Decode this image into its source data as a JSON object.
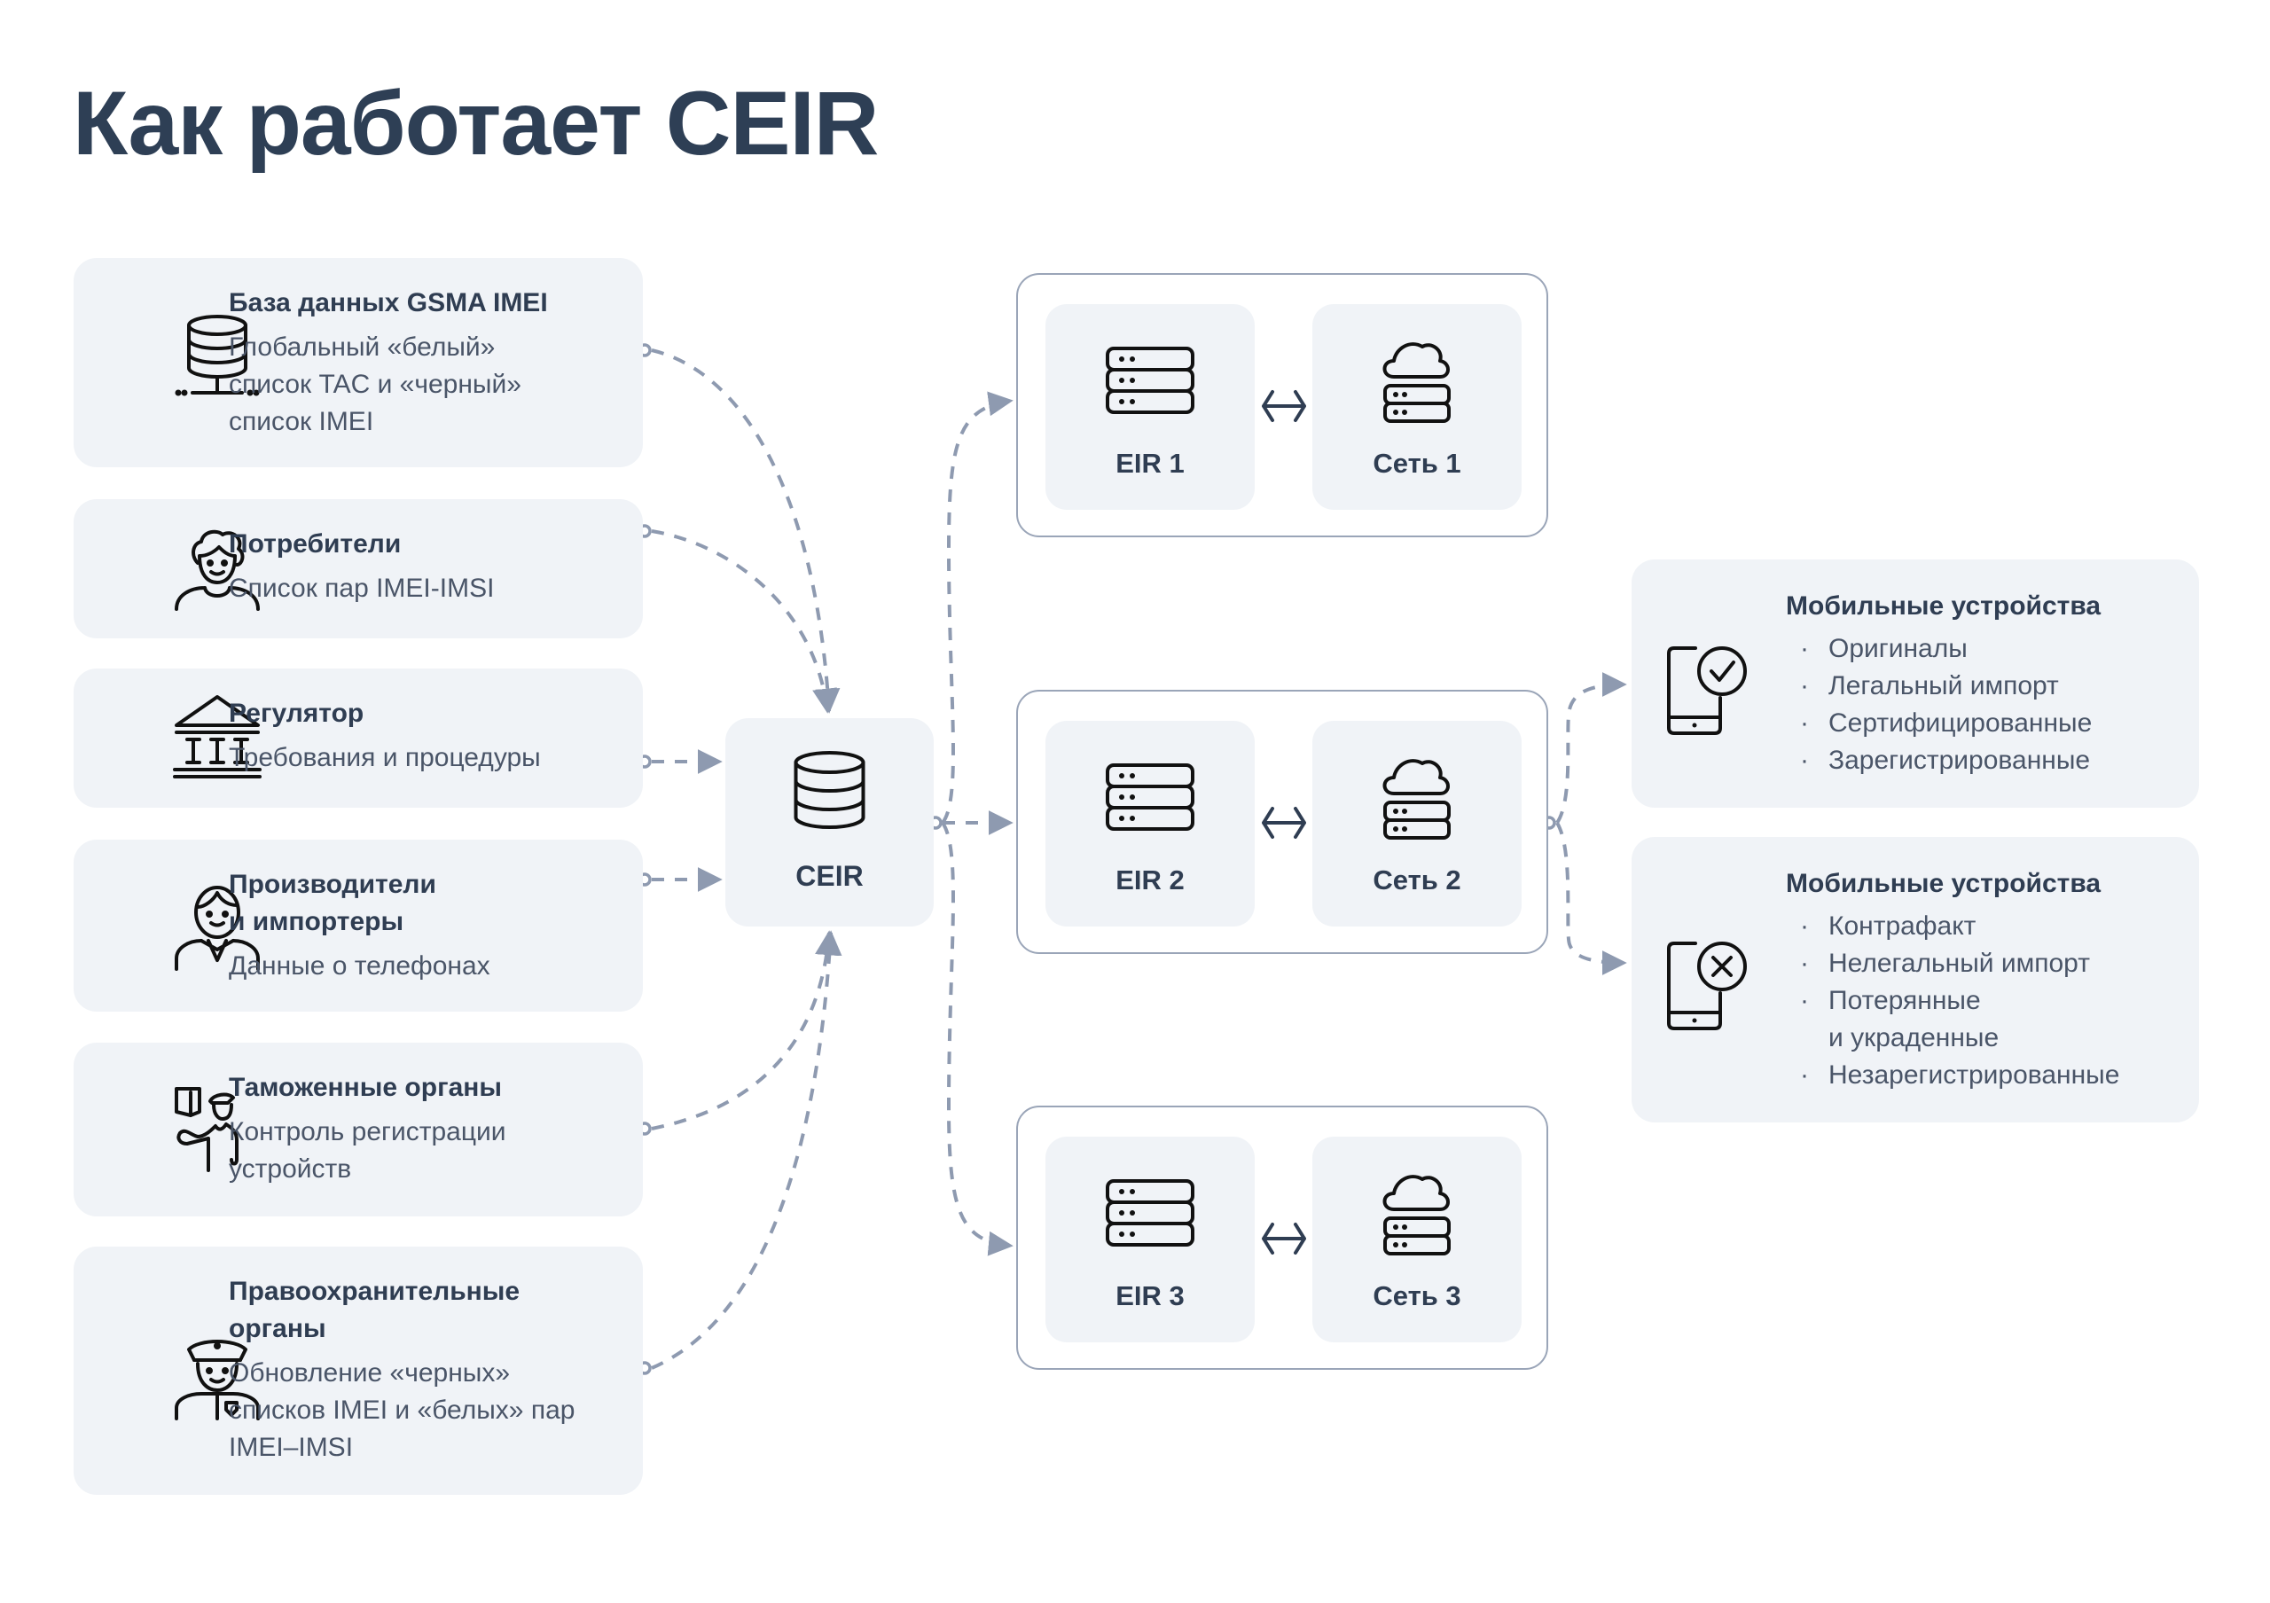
{
  "title": "Как работает CEIR",
  "sources": [
    {
      "icon": "database-network-icon",
      "title": "База данных GSMA IMEI",
      "title2": "",
      "desc": [
        "Глобальный «белый»",
        "список TAC и «черный»",
        "список IMEI"
      ]
    },
    {
      "icon": "consumer-person-icon",
      "title": "Потребители",
      "title2": "",
      "desc": [
        "Список пар IMEI-IMSI"
      ]
    },
    {
      "icon": "government-building-icon",
      "title": "Регулятор",
      "title2": "",
      "desc": [
        "Требования и процедуры"
      ]
    },
    {
      "icon": "manufacturer-person-icon",
      "title": "Производители",
      "title2": "и импортеры",
      "desc": [
        "Данные о телефонах"
      ]
    },
    {
      "icon": "customs-officer-icon",
      "title": "Таможенные органы",
      "title2": "",
      "desc": [
        "Контроль регистрации",
        "устройств"
      ]
    },
    {
      "icon": "police-officer-icon",
      "title": "Правоохранительные",
      "title2": "органы",
      "desc": [
        "Обновление «черных»",
        "списков IMEI и «белых» пар",
        "IMEI–IMSI"
      ]
    }
  ],
  "center": {
    "label": "CEIR",
    "icon": "database-icon"
  },
  "groups": [
    {
      "eir": "EIR 1",
      "network": "Сеть 1"
    },
    {
      "eir": "EIR 2",
      "network": "Сеть 2"
    },
    {
      "eir": "EIR 3",
      "network": "Сеть 3"
    }
  ],
  "devices": [
    {
      "icon": "phone-check-icon",
      "title": "Мобильные устройства",
      "items": [
        "Оригиналы",
        "Легальный импорт",
        "Сертифицированные",
        "Зарегистрированные"
      ]
    },
    {
      "icon": "phone-cross-icon",
      "title": "Мобильные устройства",
      "items": [
        "Контрафакт",
        "Нелегальный импорт",
        "Потерянные\nи украденные",
        "Незарегистрированные"
      ]
    }
  ],
  "bullet": "·",
  "colors": {
    "title": "#2e3f55",
    "card_bg": "#f0f3f7",
    "connector": "#8e9ab0",
    "border": "#9aa5b8",
    "body_text": "#4a5568"
  }
}
